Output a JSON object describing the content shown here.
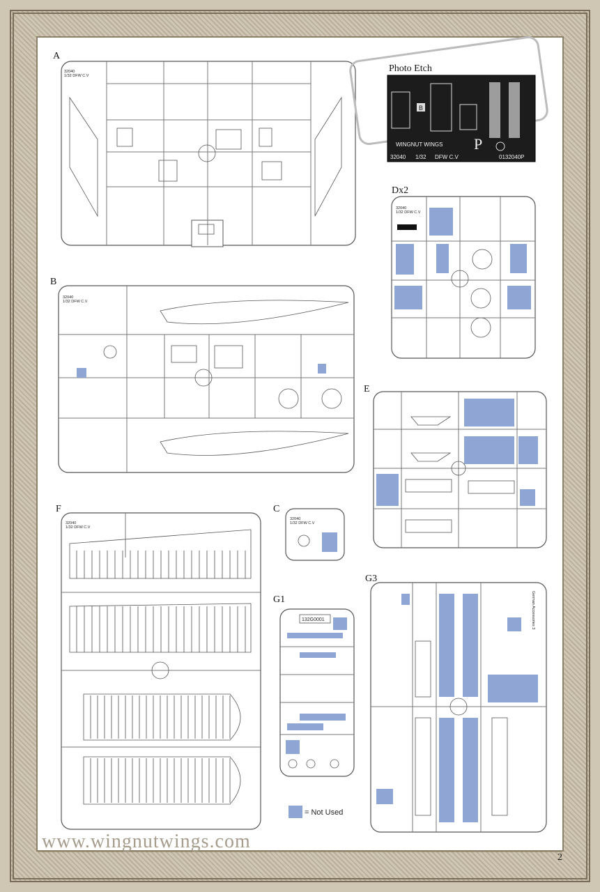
{
  "sprues": [
    {
      "id": "A",
      "label": "A",
      "marking": "32040\n1/32 DFW C.V"
    },
    {
      "id": "B",
      "label": "B",
      "marking": "32040\n1/32 DFW C.V"
    },
    {
      "id": "C",
      "label": "C",
      "marking": "32040\n1/32 DFW C.V"
    },
    {
      "id": "D",
      "label": "Dx2",
      "marking": "32040\n1/32 DFW C.V"
    },
    {
      "id": "E",
      "label": "E"
    },
    {
      "id": "F",
      "label": "F",
      "marking": "32040\n1/32 DFW C.V"
    },
    {
      "id": "G1",
      "label": "G1",
      "code": "132G0001"
    },
    {
      "id": "G3",
      "label": "G3",
      "vertical_text": "German Accessories 3"
    },
    {
      "id": "PE",
      "label": "Photo Etch",
      "bottom_text": [
        "32040",
        "1/32",
        "DFW C.V",
        "0132040P"
      ],
      "letter": "P",
      "brand": "WINGNUT WINGS"
    }
  ],
  "legend": {
    "text": "= Not Used",
    "color": "#8fa6d4"
  },
  "footer": {
    "website": "www.wingnutwings.com",
    "page_number": "2"
  },
  "colors": {
    "frame": "#cfc6b4",
    "not_used": "#8fa6d4",
    "sprue_line": "#555555"
  }
}
